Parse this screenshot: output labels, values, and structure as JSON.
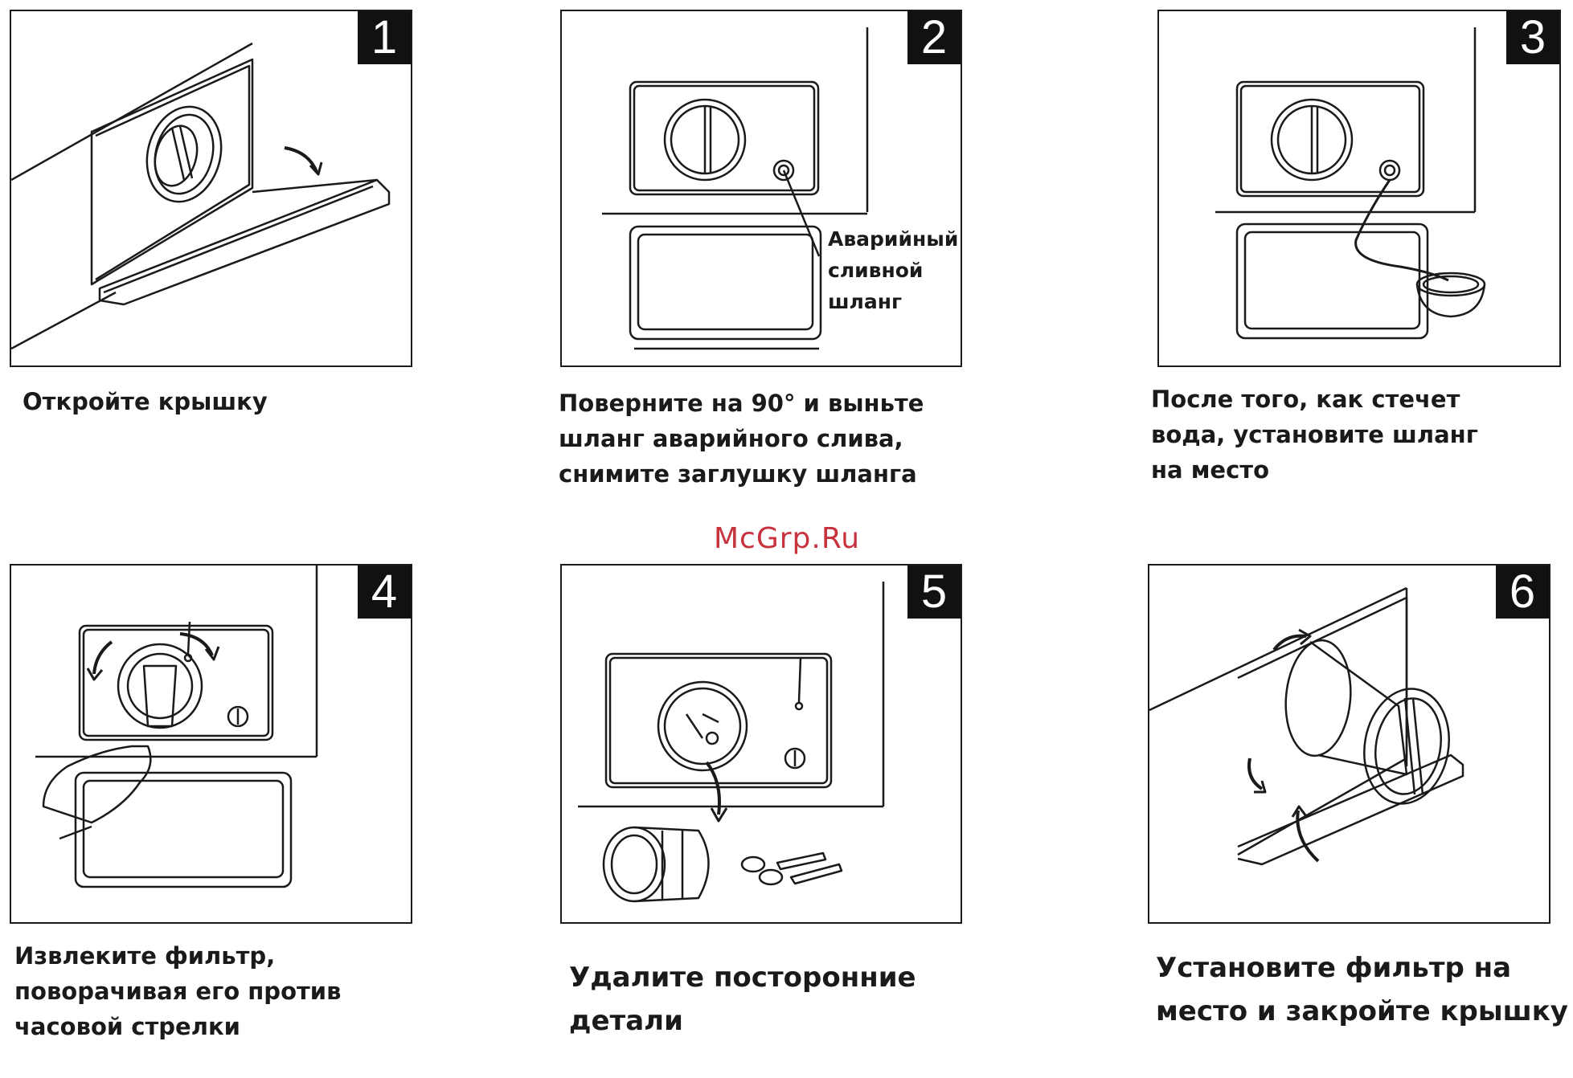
{
  "watermark": "McGrp.Ru",
  "steps": [
    {
      "number": "1",
      "caption": "Откройте крышку"
    },
    {
      "number": "2",
      "caption": "Поверните на 90° и выньте\nшланг аварийного слива,\nснимите заглушку шланга",
      "callout": "Аварийный\nсливной\nшланг"
    },
    {
      "number": "3",
      "caption": "После того, как стечет\nвода, установите шланг\nна место"
    },
    {
      "number": "4",
      "caption": "Извлеките фильтр,\nповорачивая его против\nчасовой стрелки"
    },
    {
      "number": "5",
      "caption": "Удалите посторонние\nдетали"
    },
    {
      "number": "6",
      "caption": "Установите фильтр на\nместо и закройте крышку"
    }
  ]
}
